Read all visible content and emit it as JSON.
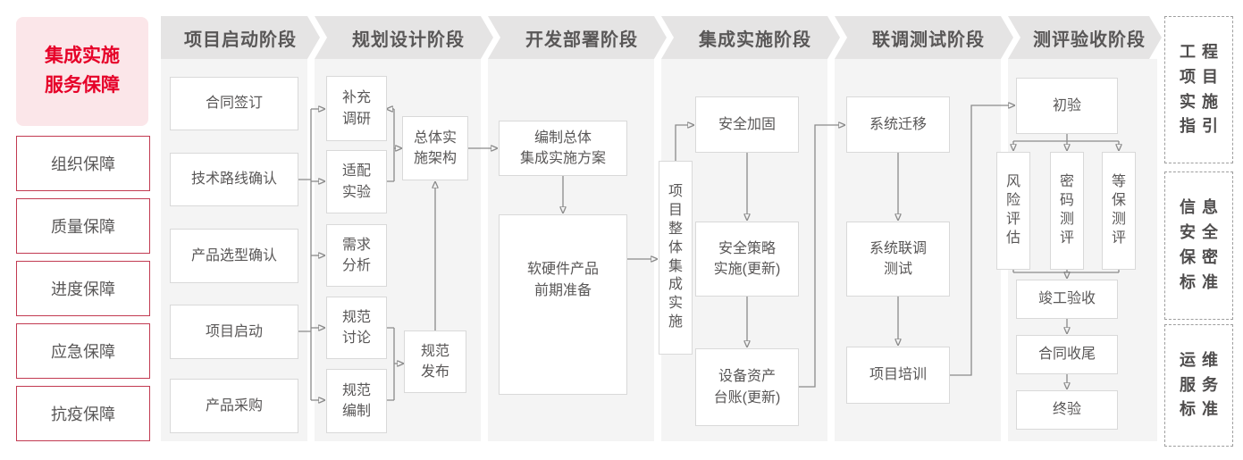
{
  "sidebar": {
    "title": "集成实施\n服务保障",
    "guarantees": [
      "组织保障",
      "质量保障",
      "进度保障",
      "应急保障",
      "抗疫保障"
    ]
  },
  "phases": [
    {
      "label": "项目启动阶段",
      "nodes": [
        "合同签订",
        "技术路线确认",
        "产品选型确认",
        "项目启动",
        "产品采购"
      ]
    },
    {
      "label": "规划设计阶段",
      "nodes": [
        "补充\n调研",
        "适配\n实验",
        "需求\n分析",
        "规范\n讨论",
        "规范\n编制",
        "总体实\n施架构",
        "规范\n发布"
      ]
    },
    {
      "label": "开发部署阶段",
      "nodes": [
        "编制总体\n集成实施方案",
        "软硬件产品\n前期准备"
      ]
    },
    {
      "label": "集成实施阶段",
      "nodes": [
        "项目整体集成实施",
        "安全加固",
        "安全策略\n实施(更新)",
        "设备资产\n台账(更新)"
      ]
    },
    {
      "label": "联调测试阶段",
      "nodes": [
        "系统迁移",
        "系统联调\n测试",
        "项目培训"
      ]
    },
    {
      "label": "测评验收阶段",
      "nodes": [
        "初验",
        "风险评估",
        "密码测评",
        "等保测评",
        "竣工验收",
        "合同收尾",
        "终验"
      ]
    }
  ],
  "standards": [
    {
      "full": "工程项目实施指引",
      "col_left": "工项实指",
      "col_right": "程目施引"
    },
    {
      "full": "信息安全保密标准",
      "col_left": "信安保标",
      "col_right": "息全密准"
    },
    {
      "full": "运维服务标准",
      "col_left": "运服标",
      "col_right": "维务准"
    }
  ],
  "colors": {
    "accent_red": "#e60028",
    "pink_bg": "#fbe6e9",
    "red_border": "#c23a51",
    "strip_bg": "#f4f4f4",
    "header_bg": "#e5e4e4",
    "text_gray": "#595757",
    "line_gray": "#8a8a8a",
    "box_border": "#d9d9d9"
  }
}
